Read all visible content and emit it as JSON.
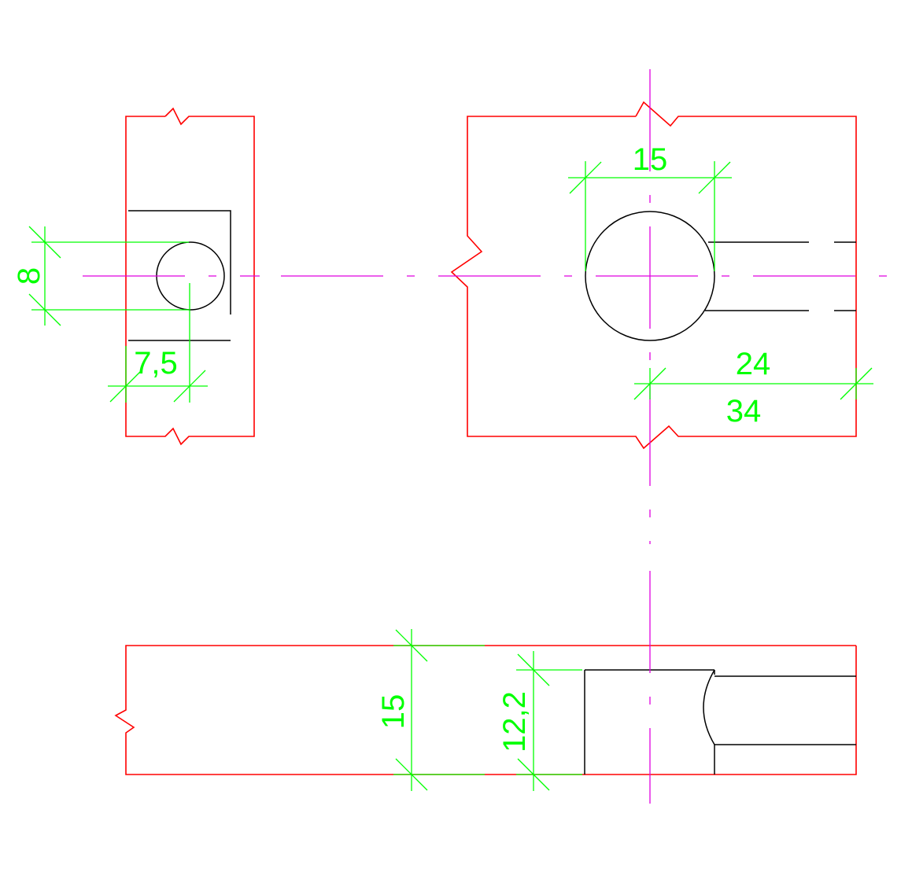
{
  "colors": {
    "outline": "#ff0000",
    "part": "#000000",
    "centerline": "#e000e0",
    "dimension": "#00ff00",
    "background": "#ffffff"
  },
  "dimensions": {
    "side_view": {
      "height": "8",
      "width": "7,5"
    },
    "front_view": {
      "hole_diameter": "15",
      "slot_offset": "24",
      "overall_offset": "34"
    },
    "top_view": {
      "total_height": "15",
      "inner_height": "12,2"
    }
  }
}
